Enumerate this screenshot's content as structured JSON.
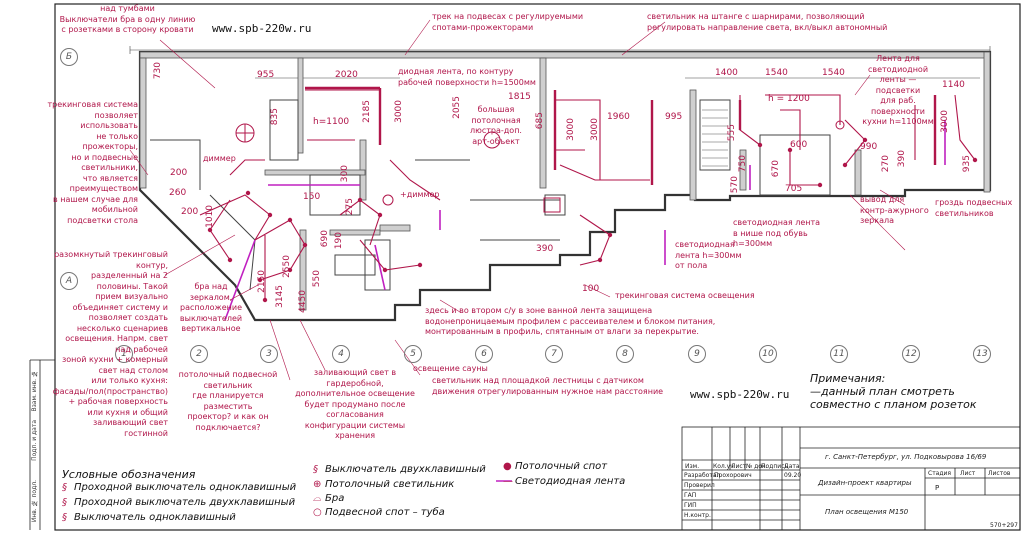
{
  "watermark": {
    "top": "www.spb-220w.ru",
    "bottom": "www.spb-220w.ru"
  },
  "annotations": {
    "bra_line": "над тумбами\nВыключатели бра в одну линию\nс розетками в сторону кровати",
    "track_spots": "трек на подвесах с регулируемыми\nспотами-прожекторами",
    "rod_lamp": "светильник на штанге с шарнирами, позволяющий\nрегулировать направление света, вкл/выкл автономный",
    "led_kitchen": "диодная лента, по контуру\nрабочей поверхности h=1500мм",
    "big_pendant": "большая потолочная\nлюстра-доп.\nарт-объект",
    "h1100": "h=1100",
    "track_system": "трекинговая система\nпозволяет\nиспользовать\nне только\nпрожекторы,\nно и подвесные\nсветильники,\nчто является\nпреимуществом\nв нашем случае для\nмобильной\nподсветки стола",
    "dimmer1": "диммер",
    "dimmer2": "+диммер",
    "led_right": "Лента для\nсветодиодной\nленты —\nподсветки\nдля раб.\nповерхности\nкухни h=1100мм",
    "h1200": "h = 1200",
    "mirror": "вывод для\nконтр-ажурного\nзеркала",
    "cluster": "гроздь подвесных\nсветильников",
    "led_shoes": "светодиодная лента\nв нише под обувь\nh=300мм",
    "led_floor": "светодиодная\nлента h=300мм\nот пола",
    "track_contour": "разомкнутый трекинговый\nконтур,\nразделенный на 2\nполовины. Такой\nприем визуально\nобъединяет систему и\nпозволяет создать\nнесколько сценариев\nосвещения. Напрм. свет\nнад рабочей\nзоной кухни + комерный\nсвет над столом\nили только кухня:\nфасады/пол(пространство)\n+ рабочая поверхность\nили кухня и общий\nзаливающий свет\nгостинной",
    "bra_zerk": "бра над\nзеркалом,\nрасположение\nвыключателей\nвертикальное",
    "ceiling_lamp": "потолочный подвесной\nсветильник\nгде планируется\nразместить\nпроектор? и как он\nподключается?",
    "wardrobe": "заливающий свет в\nгардеробной,\nдополнительное освещение\nбудет продумано после\nсогласования\nконфигурации системы\nхранения",
    "sauna": "освещение сауны",
    "track_sys2": "трекинговая система освещения",
    "bath": "здесь и во втором с/у в зоне ванной лента защищена\nводонепроницаемым профилем с рассеивателем и блоком питания,\nмонтированным в профиль, спятанным от влаги за перекрытие.",
    "stairs": "светильник над площадкой лестницы с датчиком\nдвижения отрегулированным нужное нам расстояние"
  },
  "dimensions": [
    "955",
    "2020",
    "1815",
    "2055",
    "1960",
    "995",
    "3000",
    "1400",
    "1540",
    "1540",
    "1140",
    "3000",
    "3000",
    "730",
    "835",
    "2185",
    "685",
    "3000",
    "555",
    "600",
    "990",
    "705",
    "750",
    "390",
    "270",
    "570",
    "670",
    "935",
    "200",
    "260",
    "150",
    "390",
    "200",
    "300",
    "100",
    "1010",
    "275",
    "2150",
    "3145",
    "690",
    "190",
    "4450",
    "550",
    "2550"
  ],
  "axes": {
    "letters": [
      "Б",
      "А"
    ],
    "numbers": [
      "1",
      "2",
      "3",
      "4",
      "5",
      "6",
      "7",
      "8",
      "9",
      "10",
      "11",
      "12",
      "13"
    ]
  },
  "notes": {
    "title": "Примечания:",
    "body": "—данный план смотреть\nсовместно с планом розеток"
  },
  "legend": {
    "title": "Условные обозначения",
    "items_left": [
      {
        "sym": "§",
        "label": "Проходной выключатель одноклавишный"
      },
      {
        "sym": "§",
        "label": "Проходной выключатель двухклавишный"
      },
      {
        "sym": "§",
        "label": "Выключатель одноклавишный"
      }
    ],
    "items_mid": [
      {
        "sym": "§",
        "label": "Выключатель двухклавишный"
      },
      {
        "sym": "⊕",
        "label": "Потолочный светильник"
      },
      {
        "sym": "⌓",
        "label": "Бра"
      },
      {
        "sym": "○",
        "label": "Подвесной спот – туба"
      }
    ],
    "items_right": [
      {
        "sym": "●",
        "label": "Потолочный спот"
      },
      {
        "sym": "—",
        "label": "Светодиодная лента"
      }
    ]
  },
  "title_block": {
    "address": "г. Санкт-Петербург, ул. Подковырова 16/69",
    "project": "Дизайн-проект квартиры",
    "sheet": "План освещения М150",
    "stage_h": "Стадия",
    "list_h": "Лист",
    "lists_h": "Листов",
    "stage": "Р",
    "cols": [
      "Изм.",
      "Кол.уч",
      "Лист",
      "№ док.",
      "Подпись",
      "Дата"
    ],
    "roles": [
      "Разработал",
      "Проверил",
      "ГАП",
      "ГИП",
      "Н.контр."
    ],
    "developer": "Прохорович",
    "date": "09.20",
    "format": "570+297"
  },
  "side_stamp": [
    "Инв. № подл.",
    "Подп. и дата",
    "Взам. инв. №"
  ],
  "colors": {
    "wire": "#b0164a",
    "wall": "#333333",
    "led": "#c020c0",
    "fill": "#d8d8d8"
  }
}
